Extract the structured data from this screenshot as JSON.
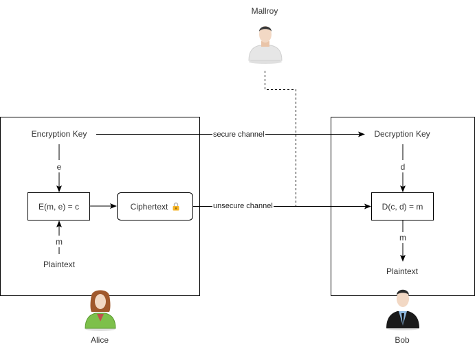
{
  "actors": {
    "mallroy": {
      "name": "Mallroy"
    },
    "alice": {
      "name": "Alice"
    },
    "bob": {
      "name": "Bob"
    }
  },
  "alice_side": {
    "encryption_key": "Encryption Key",
    "key_edge_label": "e",
    "encrypt_function": "E(m, e) = c",
    "ciphertext": "Ciphertext",
    "ciphertext_icon": "lock-icon",
    "message_edge_label": "m",
    "plaintext": "Plaintext"
  },
  "bob_side": {
    "decryption_key": "Decryption Key",
    "key_edge_label": "d",
    "decrypt_function": "D(c, d) = m",
    "message_edge_label": "m",
    "plaintext": "Plaintext"
  },
  "channels": {
    "secure": "secure channel",
    "unsecure": "unsecure channel"
  },
  "colors": {
    "line": "#000000",
    "text": "#333333",
    "lock": "#f5b324",
    "alice_shirt": "#7dc04b",
    "bob_suit": "#1a1a1a",
    "mallroy_shirt": "#e8e8e8"
  }
}
